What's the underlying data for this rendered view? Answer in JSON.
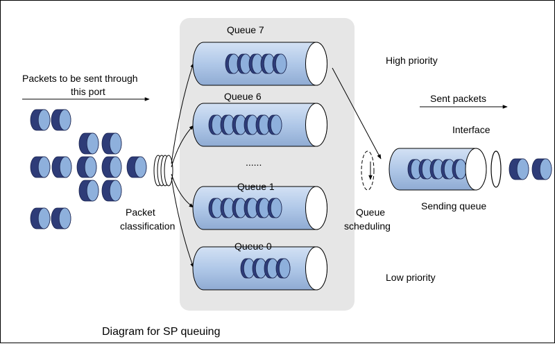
{
  "labels": {
    "incoming_line1": "Packets to be sent through",
    "incoming_line2": "this port",
    "queue7": "Queue 7",
    "queue6": "Queue 6",
    "ellipsis": "......",
    "queue1": "Queue 1",
    "queue0": "Queue 0",
    "classification_line1": "Packet",
    "classification_line2": "classification",
    "high_priority": "High priority",
    "low_priority": "Low priority",
    "sent_packets": "Sent packets",
    "interface": "Interface",
    "scheduling_line1": "Queue",
    "scheduling_line2": "scheduling",
    "sending_queue": "Sending queue",
    "title": "Diagram for SP queuing"
  },
  "colors": {
    "packet_dark": "#2e3c78",
    "packet_light": "#8eb0dc",
    "queue_body": "#b7cdea",
    "queue_panel": "#e6e6e6",
    "line": "#000000"
  }
}
